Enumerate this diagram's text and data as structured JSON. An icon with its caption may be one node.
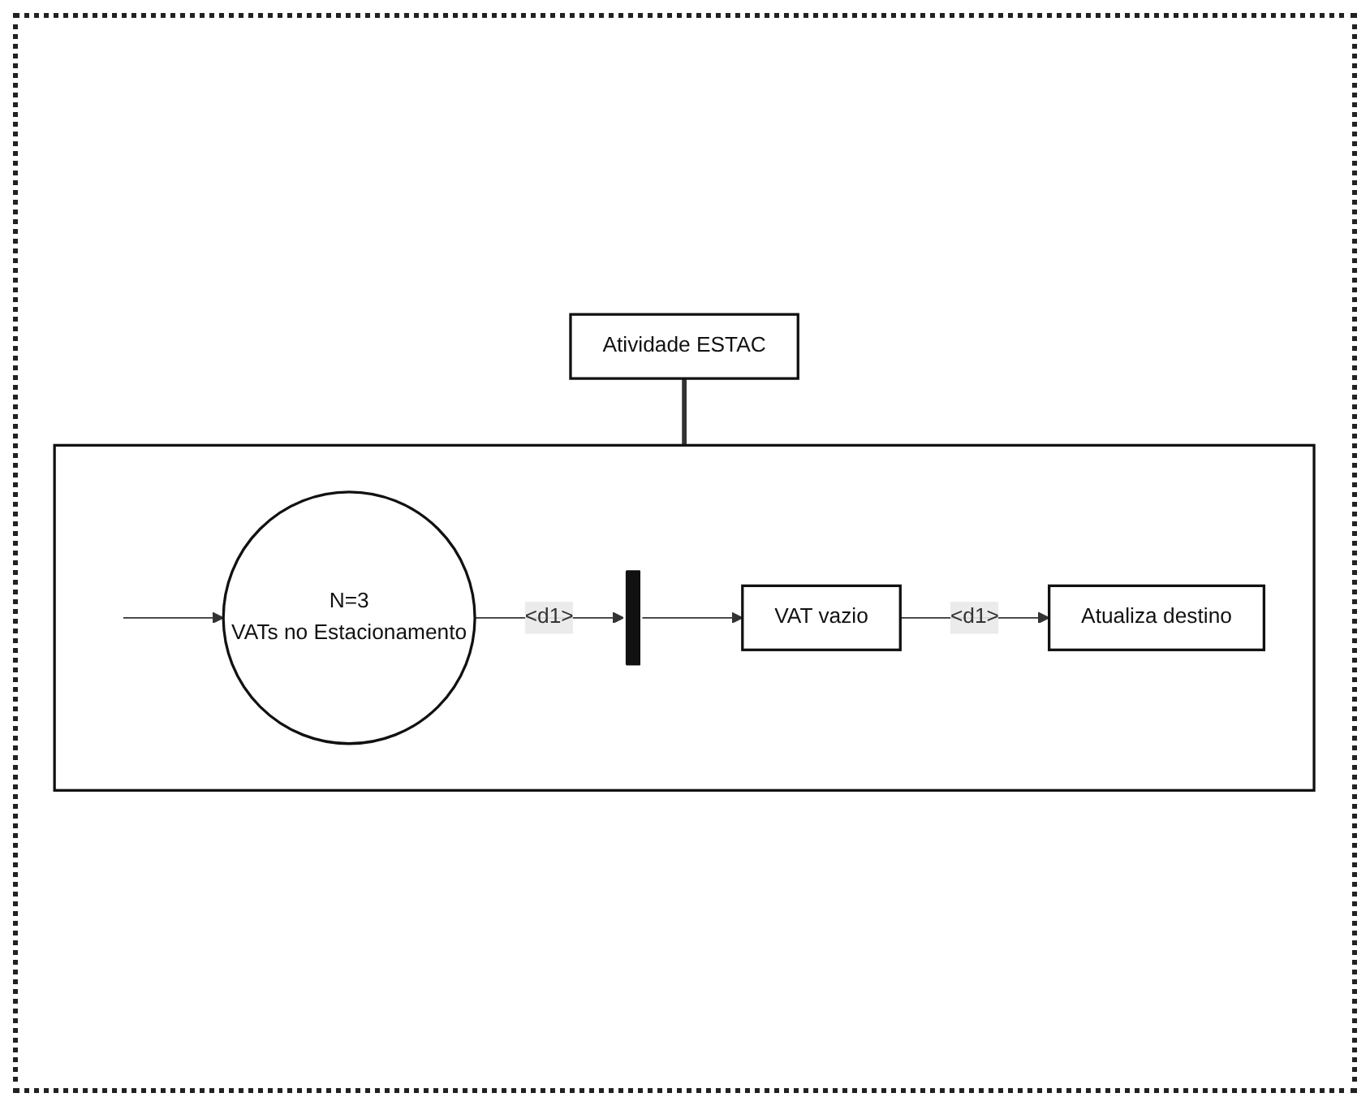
{
  "diagram": {
    "nodes": [
      {
        "text": [
          "Atividade ESTAC"
        ]
      },
      {
        "text": [],
        "shape": "box"
      },
      {
        "text": [
          "N=3",
          "VATs no Estacionamento"
        ],
        "in": 1
      },
      {
        "text": [],
        "shape": "bar",
        "in": 1
      },
      {
        "text": [
          "VAT vazio"
        ],
        "in": 1
      },
      {
        "text": [
          "Atualiza destino"
        ],
        "in": 1
      }
    ],
    "edges": [
      {
        "from": 0,
        "to": 1,
        "arrow": "none",
        "style": "thick"
      },
      {
        "from": null,
        "to": 2,
        "arrow": "to"
      },
      {
        "from": 2,
        "to": 3,
        "arrow": "to",
        "label": "<d1>"
      },
      {
        "from": 3,
        "to": 4,
        "arrow": "to"
      },
      {
        "from": 4,
        "to": 5,
        "arrow": "to",
        "label": "<d1>"
      }
    ]
  }
}
